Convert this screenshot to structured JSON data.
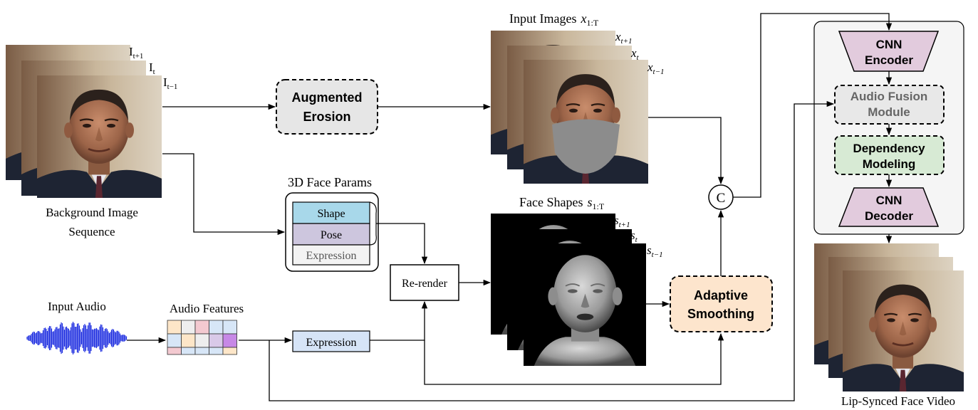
{
  "background_sequence": {
    "frame_labels": {
      "next": "I",
      "next_sub": "t+1",
      "cur": "I",
      "cur_sub": "t",
      "prev": "I",
      "prev_sub": "t−1"
    },
    "caption_line1": "Background Image",
    "caption_line2": "Sequence"
  },
  "augmented_erosion": {
    "line1": "Augmented",
    "line2": "Erosion"
  },
  "input_images": {
    "title": "Input Images",
    "title_var": "x",
    "title_sub": "1:T",
    "frame_labels": {
      "next": "x",
      "next_sub": "t+1",
      "cur": "x",
      "cur_sub": "t",
      "prev": "x",
      "prev_sub": "t−1"
    }
  },
  "face_params": {
    "title": "3D Face Params",
    "rows": [
      "Shape",
      "Pose",
      "Expression"
    ]
  },
  "rerender": {
    "label": "Re-render"
  },
  "face_shapes": {
    "title": "Face Shapes",
    "title_var": "s",
    "title_sub": "1:T",
    "frame_labels": {
      "next": "s",
      "next_sub": "t+1",
      "cur": "s",
      "cur_sub": "t",
      "prev": "s",
      "prev_sub": "t−1"
    }
  },
  "input_audio": {
    "label": "Input Audio"
  },
  "audio_features": {
    "label": "Audio Features"
  },
  "expression_box": {
    "label": "Expression"
  },
  "adaptive_smoothing": {
    "line1": "Adaptive",
    "line2": "Smoothing"
  },
  "concat": {
    "symbol": "C"
  },
  "network": {
    "encoder": {
      "line1": "CNN",
      "line2": "Encoder"
    },
    "audio_fusion": {
      "line1": "Audio Fusion",
      "line2": "Module"
    },
    "dependency": {
      "line1": "Dependency",
      "line2": "Modeling"
    },
    "decoder": {
      "line1": "CNN",
      "line2": "Decoder"
    }
  },
  "output": {
    "caption": "Lip-Synced Face Video"
  },
  "colors": {
    "erosion_fill": "#e6e6e6",
    "shape_fill": "#a8d8ea",
    "pose_fill": "#cdc6de",
    "expression_row_fill": "#f3f3f3",
    "expression_box_fill": "#d6e4f7",
    "smoothing_fill": "#fde5cd",
    "encoder_fill": "#e2cbdd",
    "fusion_fill": "#e8e8e8",
    "dependency_fill": "#d7ead4",
    "network_panel_fill": "#f5f5f5",
    "mask_fill": "#8c8c8c",
    "waveform": "#2030e0",
    "audio_grid": [
      "#fde6c8",
      "#eeeeee",
      "#f3c9d0",
      "#d7e6f7",
      "#d7e6f7",
      "#d7e6f7",
      "#fde6c8",
      "#eeeeee",
      "#d9c9e8",
      "#c788e6"
    ]
  }
}
